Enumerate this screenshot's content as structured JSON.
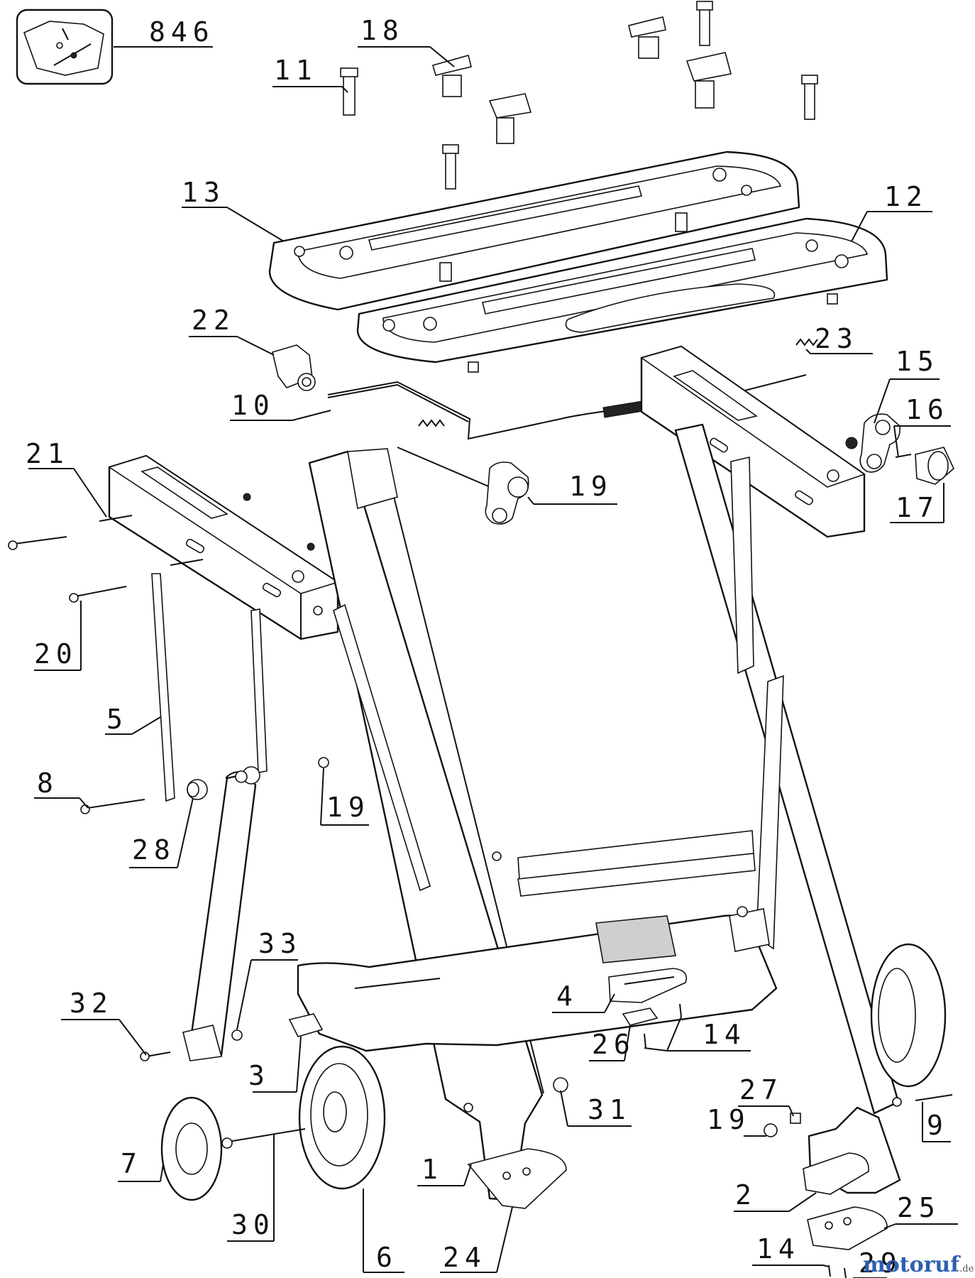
{
  "labels": {
    "p846": "846",
    "p18": "18",
    "p11": "11",
    "p13": "13",
    "p12": "12",
    "p22": "22",
    "p23": "23",
    "p15": "15",
    "p10": "10",
    "p16": "16",
    "p21": "21",
    "p19a": "19",
    "p17": "17",
    "p20": "20",
    "p5": "5",
    "p8": "8",
    "p19b": "19",
    "p28": "28",
    "p33": "33",
    "p32": "32",
    "p4": "4",
    "p14a": "14",
    "p26": "26",
    "p3": "3",
    "p27": "27",
    "p31": "31",
    "p19c": "19",
    "p9": "9",
    "p7": "7",
    "p1": "1",
    "p2": "2",
    "p30": "30",
    "p25": "25",
    "p6": "6",
    "p24": "24",
    "p14b": "14",
    "p29": "29"
  },
  "watermark": {
    "brand": "motoruf",
    "tld": ".de"
  }
}
